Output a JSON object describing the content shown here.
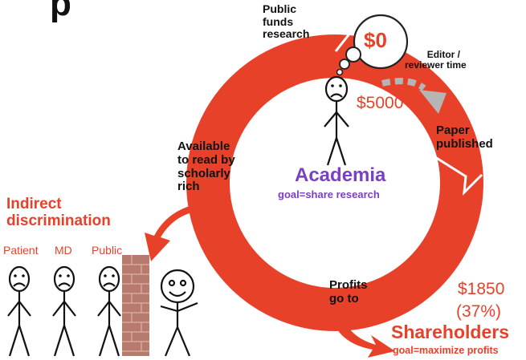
{
  "title_fragment": "p",
  "cycle": {
    "public_funds": [
      "Public",
      "funds",
      "research"
    ],
    "thought_bubble_value": "$0",
    "editor_time": [
      "Editor /",
      "reviewer time"
    ],
    "apc_cost": "$5000",
    "paper_published": [
      "Paper",
      "published"
    ],
    "academia_label": "Academia",
    "academia_goal": "goal=share research",
    "available_to_read": [
      "Available",
      "to read by",
      "scholarly",
      "rich"
    ],
    "profits_go_to": [
      "Profits",
      "go to"
    ],
    "profit_amount": "$1850",
    "profit_percent": "(37%)",
    "shareholders_label": "Shareholders",
    "shareholders_goal": "goal=maximize profits"
  },
  "discrimination": {
    "heading": [
      "Indirect",
      "discrimination"
    ],
    "people": [
      "Patient",
      "MD",
      "Public"
    ]
  },
  "colors": {
    "accent_red": "#e8412a",
    "academia_purple": "#7b3fc4",
    "wall_brick": "#b87a6c",
    "arrow_gray": "#b5b5b5"
  }
}
